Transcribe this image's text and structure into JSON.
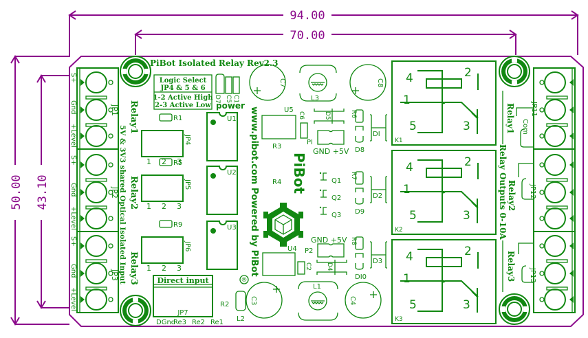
{
  "dimensions": {
    "overall_width": "94.00",
    "hole_spacing_width": "70.00",
    "overall_height": "50.00",
    "hole_spacing_height": "43.10",
    "color": "#8b0a8b"
  },
  "board": {
    "title": "PiBot Isolated Relay Rev2.3",
    "silkscreen_color": "#118811",
    "logic_select": {
      "line1": "Logic Select",
      "line2": "JP4 & 5 & 6",
      "line3": "1-2 Active High",
      "line4": "2-3 Active Low"
    },
    "power_label": "power",
    "website_label": "www.pibot.com  Powered by PiBot",
    "brand_logo": "PiBot",
    "registered_mark": "®",
    "input_side_label": "5V & 3V3 shared  Optical Isolated Input",
    "output_side_label": "Relay Outputs 0-10A",
    "direct_input": {
      "title": "Direct input",
      "connector": "JP7",
      "pins": [
        "DGnd",
        "Re3",
        "Re2",
        "Re1"
      ]
    },
    "input_connectors": [
      {
        "ref": "JP1",
        "relay": "Relay1",
        "pins": [
          "S+",
          "Gnd",
          "+Level"
        ]
      },
      {
        "ref": "JP2",
        "relay": "Relay2",
        "pins": [
          "S+",
          "Gnd",
          "+Level"
        ]
      },
      {
        "ref": "JP3",
        "relay": "Relay3",
        "pins": [
          "S+",
          "Gnd",
          "+Level"
        ]
      }
    ],
    "jumpers": [
      {
        "ref": "JP4",
        "resistor": "R1",
        "pins": [
          "1",
          "2",
          "3"
        ]
      },
      {
        "ref": "JP5",
        "resistor": "R5",
        "pins": [
          "1",
          "2",
          "3"
        ]
      },
      {
        "ref": "JP6",
        "resistor": "R9",
        "pins": [
          "1",
          "2",
          "3"
        ]
      }
    ],
    "optocouplers": [
      "U1",
      "U2",
      "U3"
    ],
    "relays": [
      {
        "ref": "K1",
        "pins": [
          "4",
          "2",
          "1",
          "5",
          "3"
        ]
      },
      {
        "ref": "K2",
        "pins": [
          "4",
          "2",
          "1",
          "5",
          "3"
        ]
      },
      {
        "ref": "K3",
        "pins": [
          "4",
          "2",
          "1",
          "5",
          "3"
        ]
      }
    ],
    "output_connectors": [
      {
        "ref": "JP11",
        "relay": "Relay1",
        "extra": "Com"
      },
      {
        "ref": "JP12",
        "relay": "Relay2",
        "extra": ""
      },
      {
        "ref": "JP13",
        "relay": "Relay3",
        "extra": ""
      }
    ],
    "capacitors": {
      "C1": "C1",
      "C5": "C5",
      "C6": "C6",
      "C2": "C2",
      "C3": "C3",
      "C4": "C4",
      "C7": "C7",
      "C8": "C8"
    },
    "inductors": {
      "L1": "L1",
      "L2": "L2",
      "L3": "L3"
    },
    "regulators": {
      "U4": "U4",
      "U5": "U5"
    },
    "resistors": {
      "R2": "R2",
      "R3": "R3",
      "R4": "R4",
      "R6": "R6",
      "R7": "R7",
      "R8": "R8"
    },
    "transistors": [
      "Q1",
      "Q2",
      "Q3"
    ],
    "diodes": {
      "D1": "DI",
      "D2": "D2",
      "D3": "D3",
      "D4": "D4",
      "D5": "D5",
      "D7": "D7",
      "D8": "D8",
      "D9": "D9",
      "D10": "DI0"
    },
    "power_headers": [
      {
        "ref": "PI",
        "label": "GND +5V"
      },
      {
        "ref": "P2",
        "label": "GND +5V"
      }
    ]
  }
}
